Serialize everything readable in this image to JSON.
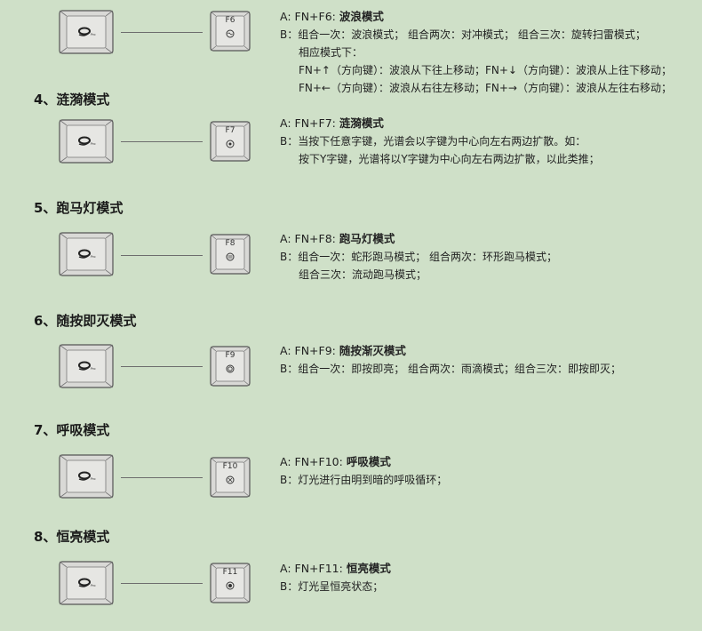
{
  "sections": [
    {
      "heading": "",
      "fn_key": "F6",
      "a_prefix": "A: FN+F6: ",
      "a_name": "波浪模式",
      "lines": [
        "B：组合一次：波浪模式； 组合两次：对冲模式； 组合三次：旋转扫雷模式；",
        "相应模式下：",
        "FN+↑（方向键）：波浪从下往上移动；FN+↓（方向键）：波浪从上往下移动；",
        "FN+←（方向键）：波浪从右往左移动；FN+→（方向键）：波浪从左往右移动；"
      ]
    },
    {
      "heading": "4、涟漪模式",
      "fn_key": "F7",
      "a_prefix": "A: FN+F7: ",
      "a_name": "涟漪模式",
      "lines": [
        "B：当按下任意字键，光谱会以字键为中心向左右两边扩散。如：",
        "按下Y字键，光谱将以Y字键为中心向左右两边扩散，以此类推；"
      ]
    },
    {
      "heading": "5、跑马灯模式",
      "fn_key": "F8",
      "a_prefix": "A: FN+F8: ",
      "a_name": "跑马灯模式",
      "lines": [
        "B：组合一次：蛇形跑马模式； 组合两次：环形跑马模式；",
        "组合三次：流动跑马模式；"
      ]
    },
    {
      "heading": "6、随按即灭模式",
      "fn_key": "F9",
      "a_prefix": "A: FN+F9: ",
      "a_name": "随按渐灭模式",
      "lines": [
        "B：组合一次：即按即亮； 组合两次：雨滴模式；组合三次：即按即灭；"
      ]
    },
    {
      "heading": "7、呼吸模式",
      "fn_key": "F10",
      "a_prefix": "A: FN+F10: ",
      "a_name": "呼吸模式",
      "lines": [
        "B：灯光进行由明到暗的呼吸循环；"
      ]
    },
    {
      "heading": "8、恒亮模式",
      "fn_key": "F11",
      "a_prefix": "A: FN+F11: ",
      "a_name": "恒亮模式",
      "lines": [
        "B：灯光呈恒亮状态；"
      ]
    }
  ]
}
